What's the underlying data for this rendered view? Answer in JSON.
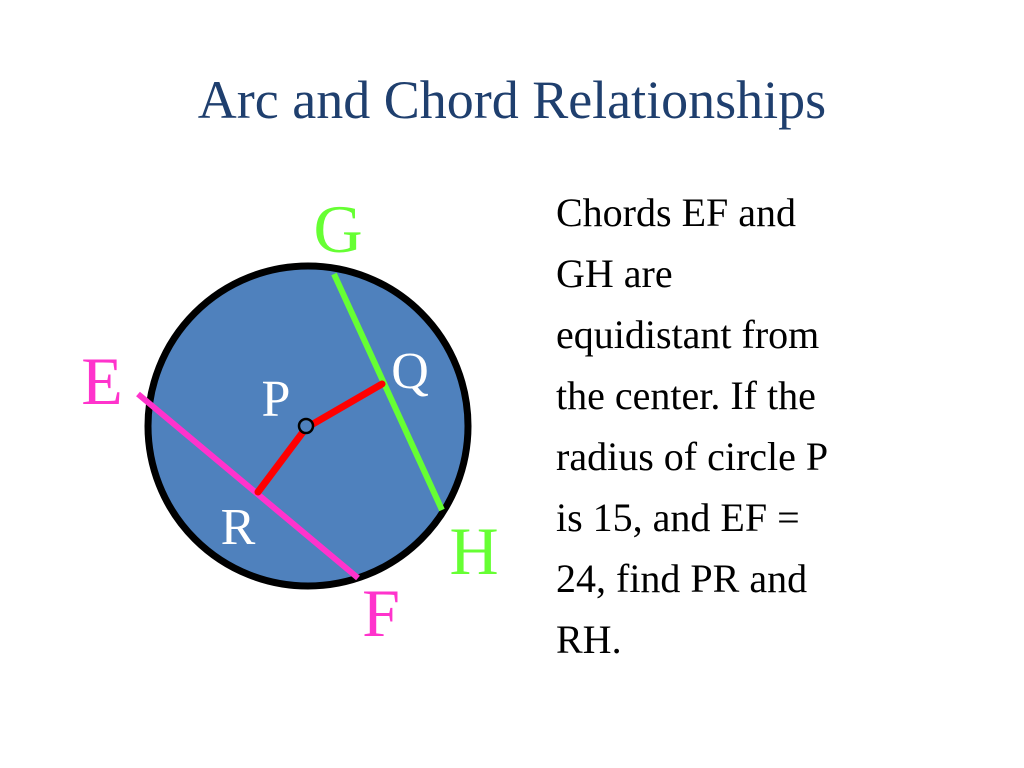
{
  "slide": {
    "title": "Arc and Chord Relationships",
    "problem_text": "Chords EF and\nGH are\nequidistant from\nthe center.  If the\nradius of circle P\nis 15, and EF =\n24, find PR and\nRH."
  },
  "diagram": {
    "labels": {
      "g": "G",
      "e": "E",
      "q": "Q",
      "p": "P",
      "r": "R",
      "h": "H",
      "f": "F"
    },
    "colors": {
      "circle_fill": "#4f81bd",
      "circle_stroke": "#000000",
      "chord_gh": "#66ff33",
      "chord_ef": "#ff33cc",
      "radius_segments": "#ff0000",
      "label_white": "#ffffff",
      "title": "#1f3f6e"
    }
  }
}
